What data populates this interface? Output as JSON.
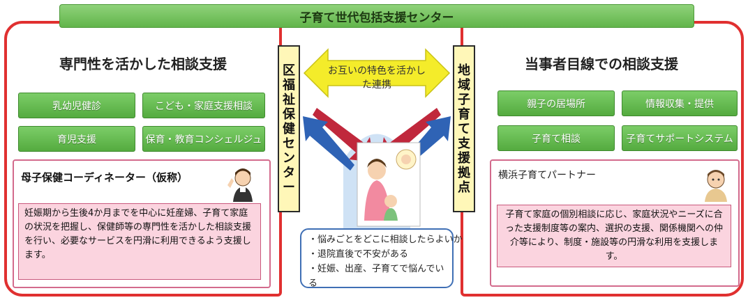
{
  "header": {
    "title": "子育て世代包括支援センター"
  },
  "left": {
    "heading": "専門性を活かした相談支援",
    "buttons": [
      "乳幼児健診",
      "こども・家庭支援相談",
      "育児支援",
      "保育・教育コンシェルジュ"
    ],
    "coordinator_title": "母子保健コーディネーター（仮称）",
    "coordinator_text": "妊娠期から生後4か月までを中心に妊産婦、子育て家庭の状況を把握し、保健師等の専門性を活かした相談支援を行い、必要なサービスを円滑に利用できるよう支援します。"
  },
  "center": {
    "left_vertical": [
      "区",
      "福",
      "祉",
      "保",
      "健",
      "セ",
      "ン",
      "タ",
      "ー"
    ],
    "right_vertical": [
      "地",
      "域",
      "子",
      "育",
      "て",
      "支",
      "援",
      "拠",
      "点"
    ],
    "arrow_text": "お互いの特色を活かした連携",
    "concerns": [
      "・悩みごとをどこに相談したらよいか",
      "・退院直後で不安がある",
      "・妊娠、出産、子育てで悩んでいる"
    ]
  },
  "right": {
    "heading": "当事者目線での相談支援",
    "buttons": [
      "親子の居場所",
      "情報収集・提供",
      "子育て相談",
      "子育てサポートシステム"
    ],
    "partner_title": "横浜子育てパートナー",
    "partner_text": "子育て家庭の個別相談に応じ、家庭状況やニーズに合った支援制度等の案内、選択の支援、関係機関への仲介等により、制度・施設等の円滑な利用を支援します。"
  },
  "colors": {
    "frame": "#e03030",
    "title_green": "#62b54b",
    "button_green": "#54ab3f",
    "pink": "#fbd4df",
    "label_yellow": "#fff7b8",
    "arrow_yellow": "#f4ec2a",
    "arrow_red": "#c0283c",
    "arrow_blue": "#2f63b5"
  }
}
